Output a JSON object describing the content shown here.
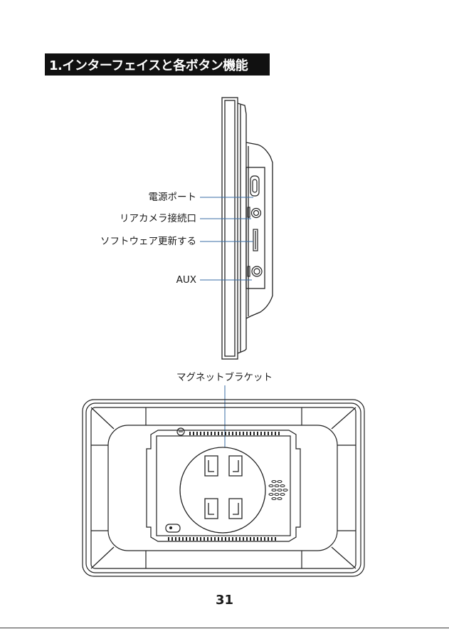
{
  "section_title": "1.インターフェイスと各ボタン機能",
  "side_view": {
    "callouts": [
      {
        "id": "power-port",
        "label": "電源ポート"
      },
      {
        "id": "rear-camera-connector",
        "label": "リアカメラ接続口"
      },
      {
        "id": "software-update",
        "label": "ソフトウェア更新する"
      },
      {
        "id": "aux-port",
        "label": "AUX"
      }
    ]
  },
  "rear_view": {
    "callout": {
      "id": "magnet-bracket",
      "label": "マグネットブラケット"
    }
  },
  "page_number": "31",
  "colors": {
    "title_bg": "#111111",
    "title_text": "#ffffff",
    "leader_line": "#3a6ea5",
    "outline": "#222222"
  }
}
